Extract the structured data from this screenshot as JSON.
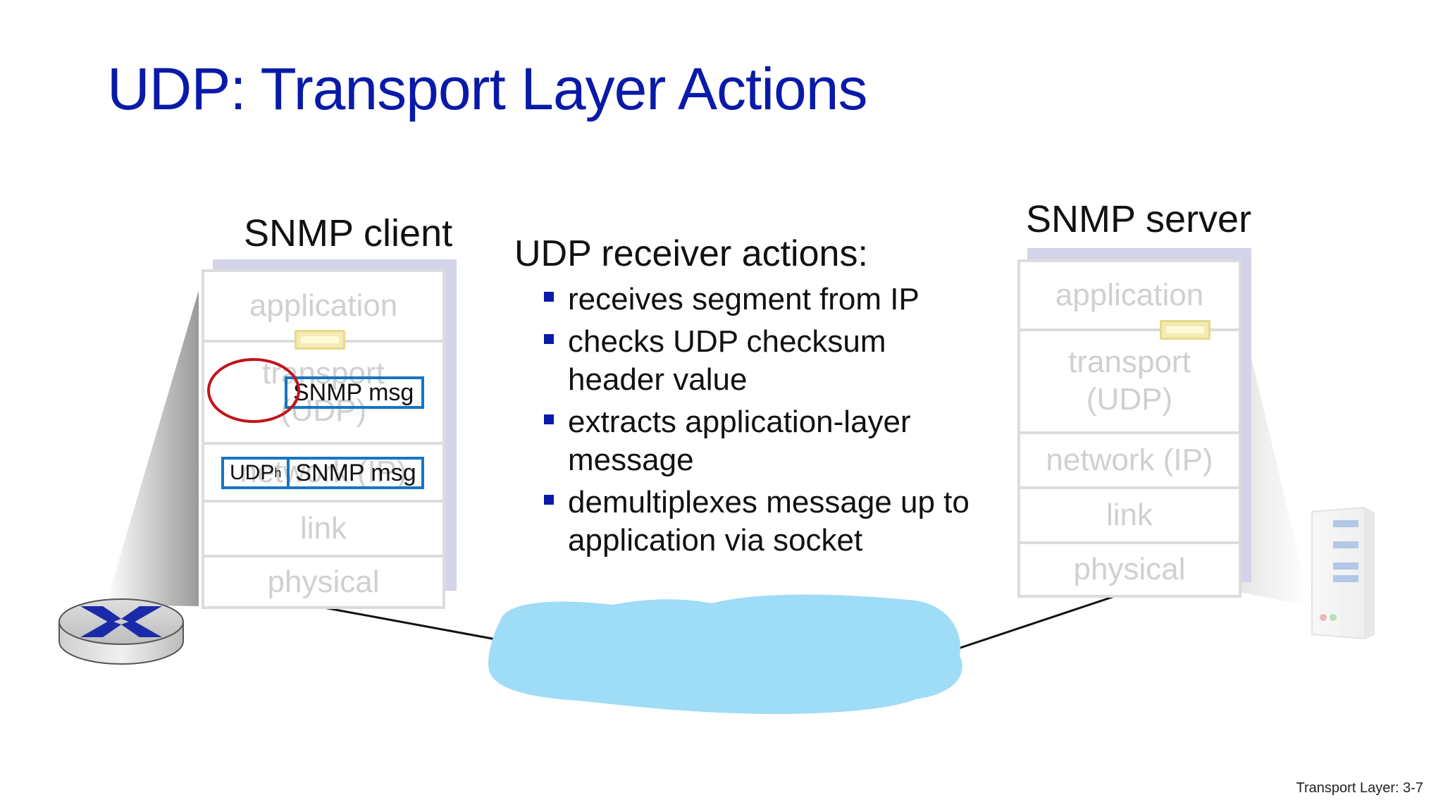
{
  "slide": {
    "title": "UDP: Transport Layer Actions",
    "footer": "Transport Layer: 3-7"
  },
  "client": {
    "label": "SNMP client",
    "layers": [
      "application",
      "transport\n(UDP)",
      "network (IP)",
      "link",
      "physical"
    ],
    "segment_in_transport": "SNMP msg",
    "segment_network": {
      "header": "UDP",
      "header_sub": "h",
      "payload": "SNMP msg"
    }
  },
  "server": {
    "label": "SNMP server",
    "layers": [
      "application",
      "transport\n(UDP)",
      "network (IP)",
      "link",
      "physical"
    ]
  },
  "receiver": {
    "heading": "UDP receiver actions:",
    "bullets": [
      "receives segment from IP",
      "checks UDP checksum header value",
      "extracts application-layer message",
      "demultiplexes message up to application via socket"
    ]
  },
  "colors": {
    "title": "#0a1aa8",
    "segment_border": "#1676c2",
    "highlight_circle": "#c0141a",
    "network_cloud": "#9fdcf6",
    "bullet": "#0a1aa8"
  },
  "icons": [
    "router-icon",
    "server-icon",
    "network-cloud-icon",
    "socket-icon"
  ]
}
